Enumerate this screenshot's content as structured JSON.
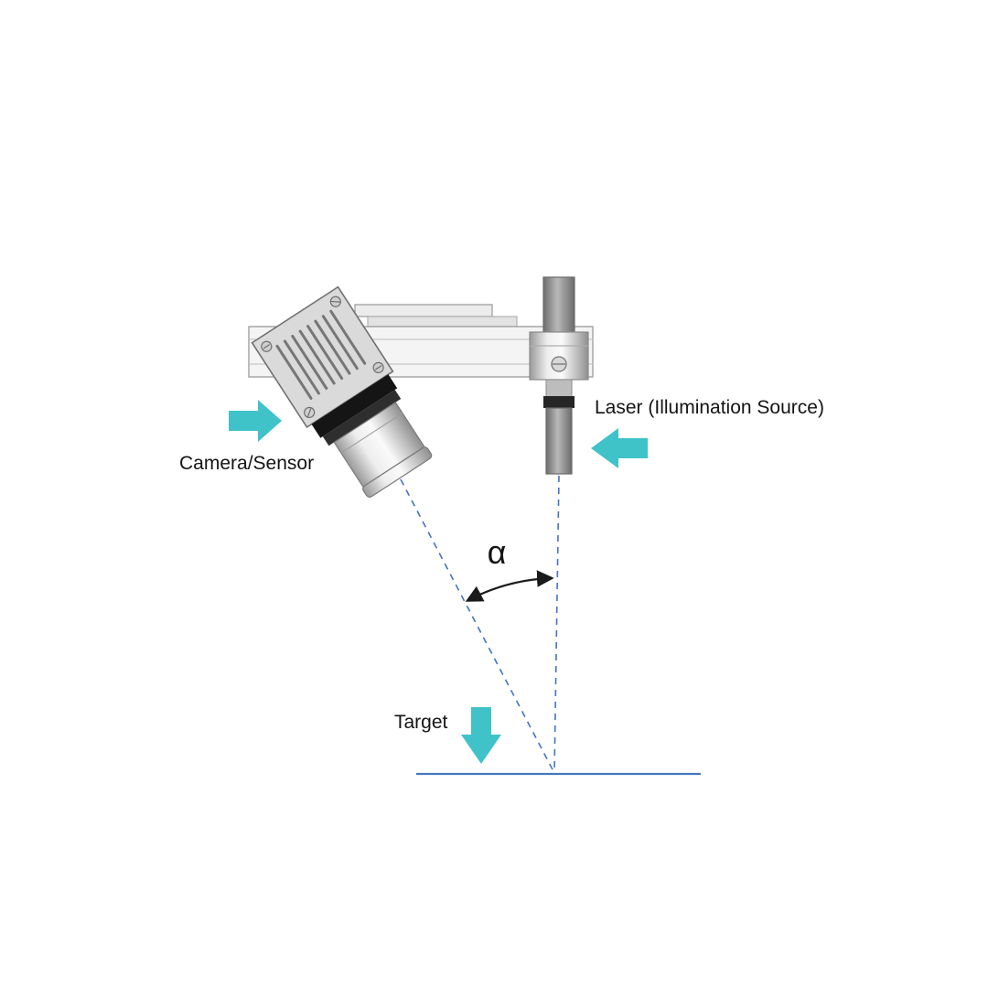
{
  "diagram": {
    "labels": {
      "camera": "Camera/Sensor",
      "laser": "Laser (Illumination Source)",
      "target": "Target",
      "angle": "α"
    },
    "colors": {
      "pointer_arrow": "#3FC3C9",
      "beam": "#4472C4",
      "surface": "#4577BE",
      "label_text": "#141414",
      "angle_arc": "#1a1a1a"
    }
  }
}
